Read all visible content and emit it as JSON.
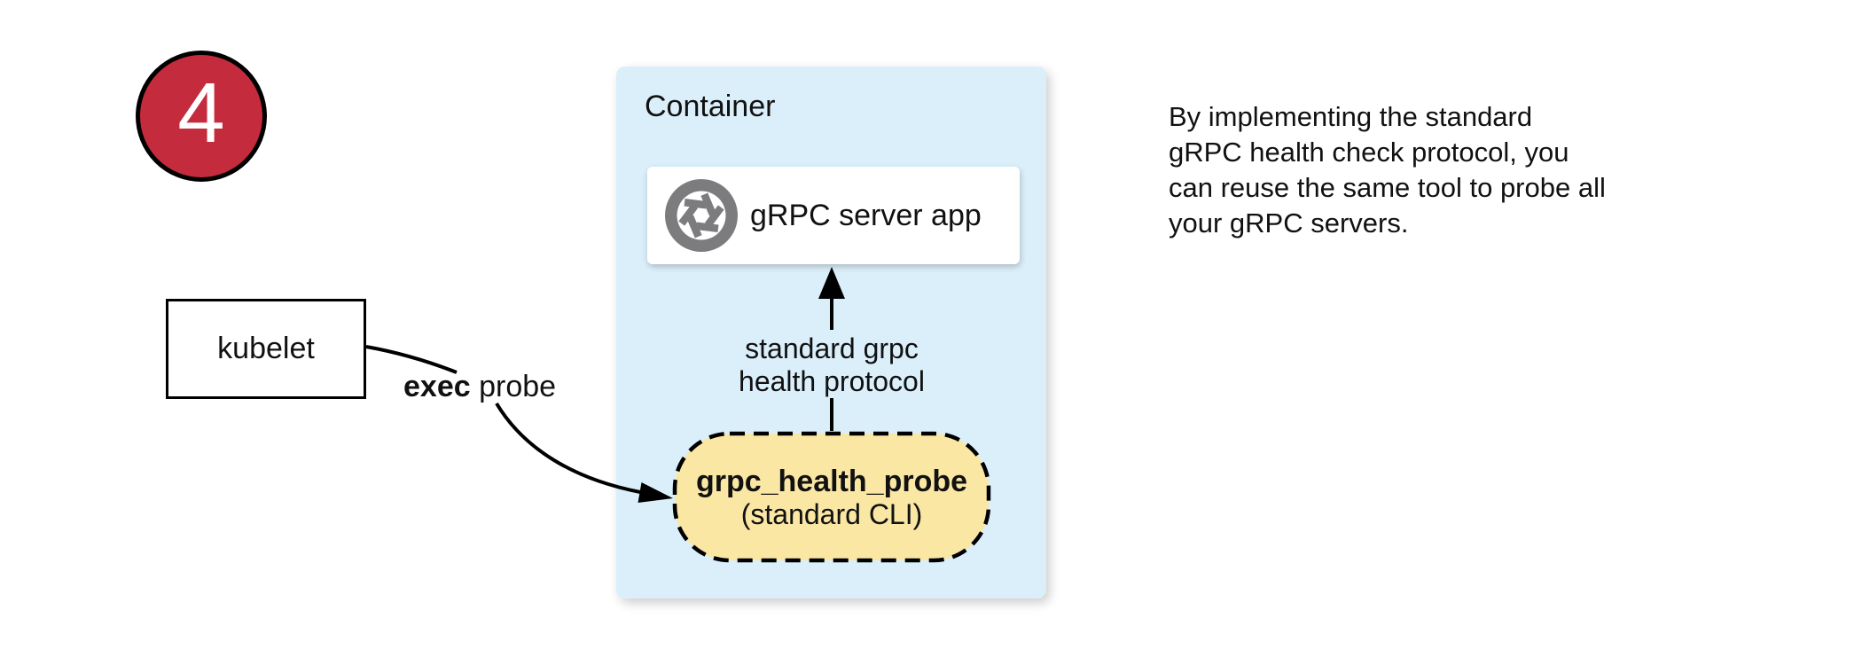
{
  "step_badge": {
    "number": "4"
  },
  "kubelet_box": {
    "label": "kubelet"
  },
  "exec_probe_edge": {
    "label_bold": "exec",
    "label_rest": " probe"
  },
  "container_panel": {
    "label": "Container",
    "server_app_card": {
      "label": "gRPC server app",
      "icon": "camera-shutter-icon"
    },
    "health_protocol_edge": {
      "label": "standard grpc\nhealth protocol"
    },
    "probe_pill": {
      "title": "grpc_health_probe",
      "subtitle": "(standard CLI)"
    }
  },
  "note": {
    "text": "By implementing the standard\ngRPC health check protocol, you\ncan reuse the same tool to probe all\nyour gRPC servers."
  },
  "colors": {
    "badge-red": "#C42B3C",
    "container-blue": "#DBEFFB",
    "pill-yellow": "#FAE7A4",
    "icon-gray": "#7C7C7E",
    "arrow-black": "#000000"
  }
}
